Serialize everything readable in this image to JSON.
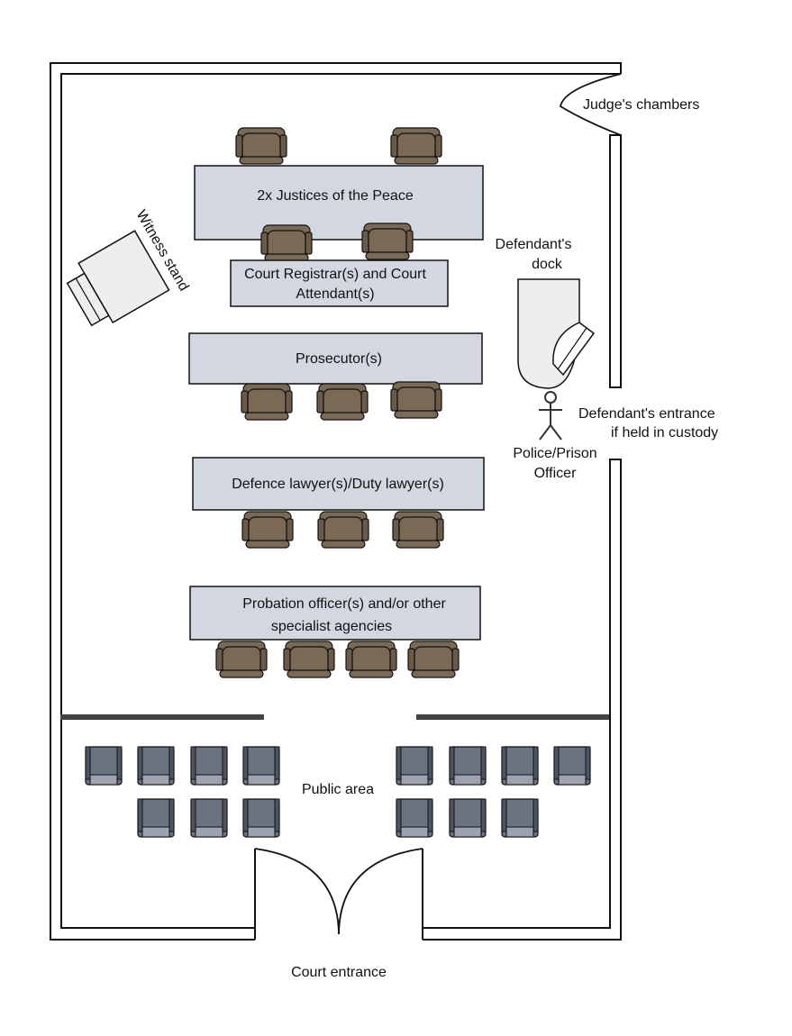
{
  "labels": {
    "judges_chambers": "Judge's chambers",
    "justices": "2x Justices of the Peace",
    "witness_stand": "Witness stand",
    "registrar_line1": "Court Registrar(s) and Court",
    "registrar_line2": "Attendant(s)",
    "defendants_dock_line1": "Defendant's",
    "defendants_dock_line2": "dock",
    "prosecutor": "Prosecutor(s)",
    "defendants_entrance_line1": "Defendant's entrance",
    "defendants_entrance_line2": "if held in custody",
    "officer_line1": "Police/Prison",
    "officer_line2": "Officer",
    "defence": "Defence lawyer(s)/Duty lawyer(s)",
    "probation_line1": "Probation officer(s) and/or other",
    "probation_line2": "specialist agencies",
    "public_area": "Public area",
    "court_entrance": "Court entrance"
  },
  "colors": {
    "table_fill": "#d3d8e0",
    "chair_brown": "#7a6a55",
    "public_seat": "#6b7280",
    "witness_fill": "#eeeeee",
    "dock_fill": "#eeeeee",
    "outline": "#111111"
  },
  "icons": {
    "officer": "person-stick-figure-icon",
    "chair": "armchair-icon",
    "public_seat": "seat-icon"
  }
}
